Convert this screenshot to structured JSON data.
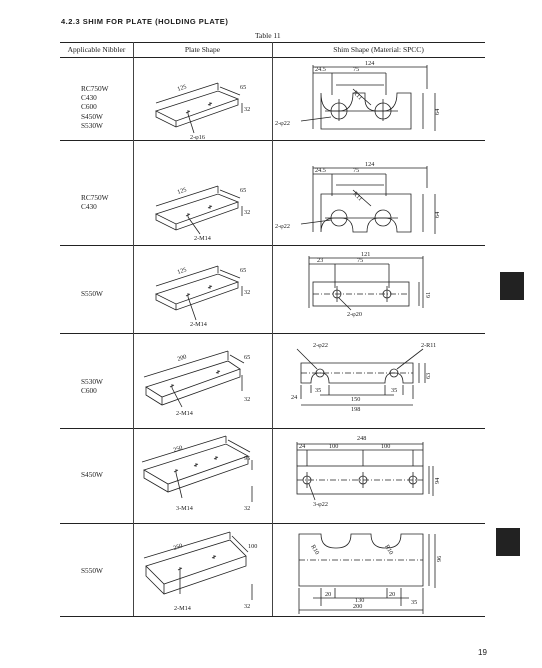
{
  "section_title": "4.2.3 SHIM FOR PLATE (HOLDING PLATE)",
  "table_caption": "Table 11",
  "headers": [
    "Applicable Nibbler",
    "Plate Shape",
    "Shim Shape (Material: SPCC)"
  ],
  "rows": [
    {
      "models": [
        "RC750W",
        "C430",
        "C600",
        "S450W",
        "S530W"
      ],
      "plate": {
        "length": "125",
        "width": "65",
        "thickness": "32",
        "holes": "2-φ16"
      },
      "shim": {
        "overall": "124",
        "offset": "24.5",
        "inner": "75",
        "radius": "R11",
        "hole": "2-φ22",
        "height": "64"
      }
    },
    {
      "models": [
        "RC750W",
        "C430"
      ],
      "plate": {
        "length": "125",
        "width": "65",
        "thickness": "32",
        "holes": "2-M14"
      },
      "shim": {
        "overall": "124",
        "offset": "24.5",
        "inner": "75",
        "radius": "R11",
        "hole": "2-φ22",
        "height": "64"
      }
    },
    {
      "models": [
        "S550W"
      ],
      "plate": {
        "length": "125",
        "width": "65",
        "thickness": "32",
        "holes": "2-M14"
      },
      "shim": {
        "overall": "121",
        "offset": "23",
        "inner": "75",
        "hole": "2-φ20",
        "height": "61"
      }
    },
    {
      "models": [
        "S530W",
        "C600"
      ],
      "plate": {
        "length": "200",
        "width": "65",
        "thickness": "32",
        "holes": "2-M14"
      },
      "shim": {
        "hole": "2-φ22",
        "radius": "2-R11",
        "height": "63",
        "left_gap": "24",
        "left_slot": "35",
        "right_slot": "35",
        "center": "150",
        "overall": "198"
      }
    },
    {
      "models": [
        "S450W"
      ],
      "plate": {
        "length": "250",
        "width": "95",
        "thickness": "32",
        "holes": "3-M14"
      },
      "shim": {
        "overall": "248",
        "offset": "24",
        "seg1": "100",
        "seg2": "100",
        "height": "94",
        "hole": "3-φ22"
      }
    },
    {
      "models": [
        "S550W"
      ],
      "plate": {
        "length": "250",
        "width": "100",
        "thickness": "32",
        "holes": "2-M14"
      },
      "shim": {
        "radius_left": "R10",
        "radius_right": "R10",
        "height": "96",
        "left_gap": "20",
        "center": "130",
        "right_gap": "20",
        "tail": "35",
        "overall": "200"
      }
    }
  ],
  "page_number": "19"
}
